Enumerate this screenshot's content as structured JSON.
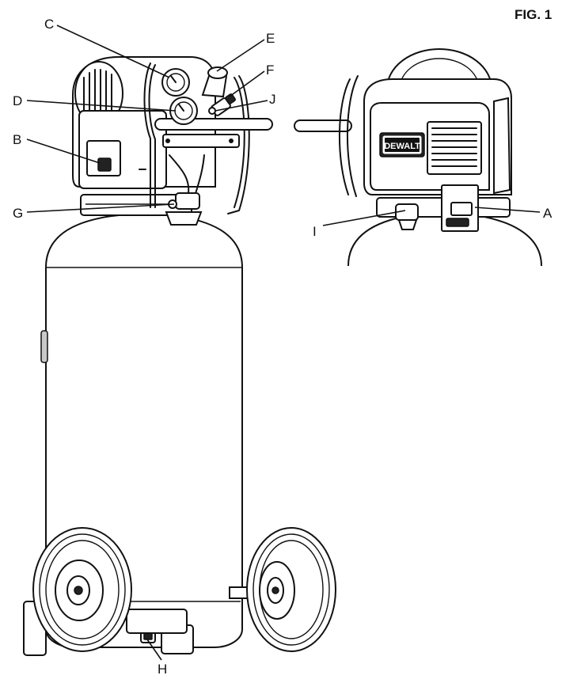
{
  "figure": {
    "title": "FIG. 1"
  },
  "callouts": {
    "A": "A",
    "B": "B",
    "C": "C",
    "D": "D",
    "E": "E",
    "F": "F",
    "G": "G",
    "H": "H",
    "I": "I",
    "J": "J"
  },
  "brand": {
    "logo_text": "DEWALT"
  }
}
